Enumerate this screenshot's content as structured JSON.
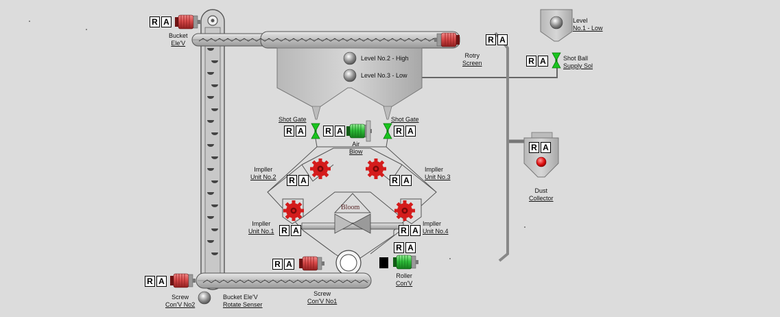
{
  "colors": {
    "background": "#dcdcdc",
    "motor_red": "#d84a4a",
    "motor_green": "#2fbf3a",
    "valve_green": "#19c41e",
    "impeller_red": "#d41c1c",
    "lamp_red": "#e01010"
  },
  "labels": {
    "bucket_elevator": {
      "line1": "Bucket",
      "line2": "Ele'V"
    },
    "rotary_screen": {
      "line1": "Rotry",
      "line2": "Screen"
    },
    "level_no1": {
      "line1": "Level",
      "line2": "No.1 - Low"
    },
    "shot_ball_supply": {
      "line1": "Shot Ball",
      "line2": "Supply Sol"
    },
    "level_no2": "Level No.2 - High",
    "level_no3": "Level No.3 - Low",
    "shot_gate_left": "Shot Gate",
    "shot_gate_right": "Shot Gate",
    "air_blow": {
      "line1": "Air",
      "line2": "Blow"
    },
    "impeller_unit2": {
      "line1": "Impller",
      "line2": "Unit No.2"
    },
    "impeller_unit3": {
      "line1": "Impller",
      "line2": "Unit No.3"
    },
    "impeller_unit1": {
      "line1": "Impller",
      "line2": "Unit No.1"
    },
    "impeller_unit4": {
      "line1": "Impller",
      "line2": "Unit No.4"
    },
    "bloom": "Bloom",
    "dust_collector": {
      "line1": "Dust",
      "line2": "Collector"
    },
    "roller_conveyor": {
      "line1": "Roller",
      "line2": "Con'V"
    },
    "screw_conv_no2": {
      "line1": "Screw",
      "line2": "Con'V No2"
    },
    "bucket_rotate_sensor": {
      "line1": "Bucket Ele'V",
      "line2": "Rotate Senser"
    },
    "screw_conv_no1": {
      "line1": "Screw",
      "line2": "Con'V No1"
    }
  },
  "ra_indicator": {
    "r": "R",
    "a": "A"
  },
  "icons": [
    "motor-icon",
    "valve-icon",
    "impeller-icon",
    "level-sensor-icon",
    "lamp-icon",
    "hopper-icon"
  ]
}
